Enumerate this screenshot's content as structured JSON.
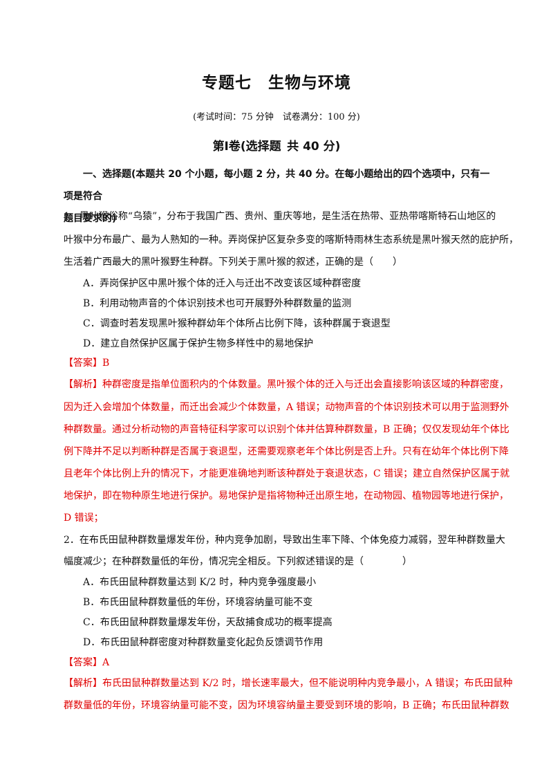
{
  "header": {
    "title": "专题七　生物与环境",
    "exam_info": "(考试时间：75 分钟　试卷满分：100 分)",
    "section": "第Ⅰ卷(选择题 共 40 分)",
    "intro_lines": [
      "一、选择题(本题共 20 个小题，每小题 2 分，共 40 分。在每小题给出的四个选项中，只有一项是符合",
      "题目要求的)"
    ]
  },
  "questions": [
    {
      "stem": [
        "1．黑叶猴俗称“乌猿”，分布于我国广西、贵州、重庆等地，是生活在热带、亚热带喀斯特石山地区的",
        "叶猴中分布最广、最为人熟知的一种。弄岗保护区复杂多变的喀斯特雨林生态系统是黑叶猴天然的庇护所，",
        "生活着广西最大的黑叶猴野生种群。下列关于黑叶猴的叙述，正确的是（　　）"
      ],
      "options": [
        "A．弄岗保护区中黑叶猴个体的迁入与迁出不改变该区域种群密度",
        "B．利用动物声音的个体识别技术也可开展野外种群数量的监测",
        "C．调查时若发现黑叶猴种群幼年个体所占比例下降，该种群属于衰退型",
        "D．建立自然保护区属于保护生物多样性中的易地保护"
      ],
      "answer": "【答案】B",
      "analysis": [
        "【解析】种群密度是指单位面积内的个体数量。黑叶猴个体的迁入与迁出会直接影响该区域的种群密度，",
        "因为迁入会增加个体数量，而迁出会减少个体数量，A 错误；动物声音的个体识别技术可以用于监测野外",
        "种群数量。通过分析动物的声音特征科学家可以识别个体并估算种群数量，B 正确；仅仅发现幼年个体比",
        "例下降并不足以判断种群是否属于衰退型，还需要观察老年个体比例是否上升。只有在幼年个体比例下降",
        "且老年个体比例上升的情况下，才能更准确地判断该种群处于衰退状态，C 错误；建立自然保护区属于就",
        "地保护，即在物种原生地进行保护。易地保护是指将物种迁出原生地，在动物园、植物园等地进行保护，",
        "D 错误；"
      ]
    },
    {
      "stem": [
        "2．在布氏田鼠种群数量爆发年份，种内竞争加剧，导致出生率下降、个体免疫力减弱，翌年种群数量大",
        "幅度减少；在种群数量低的年份，情况完全相反。下列叙述错误的是（　　　　）"
      ],
      "options": [
        "A．布氏田鼠种群数量达到 K/2 时，种内竞争强度最小",
        "B．布氏田鼠种群数量低的年份，环境容纳量可能不变",
        "C．布氏田鼠种群数量爆发年份，天敌捕食成功的概率提高",
        "D．布氏田鼠种群密度对种群数量变化起负反馈调节作用"
      ],
      "answer": "【答案】A",
      "analysis": [
        "【解析】布氏田鼠种群数量达到 K/2 时，增长速率最大，但不能说明种内竞争最小，A 错误；布氏田鼠种",
        "群数量低的年份，环境容纳量可能不变，因为环境容纳量主要受到环境的影响，B 正确；布氏田鼠种群数"
      ]
    }
  ]
}
